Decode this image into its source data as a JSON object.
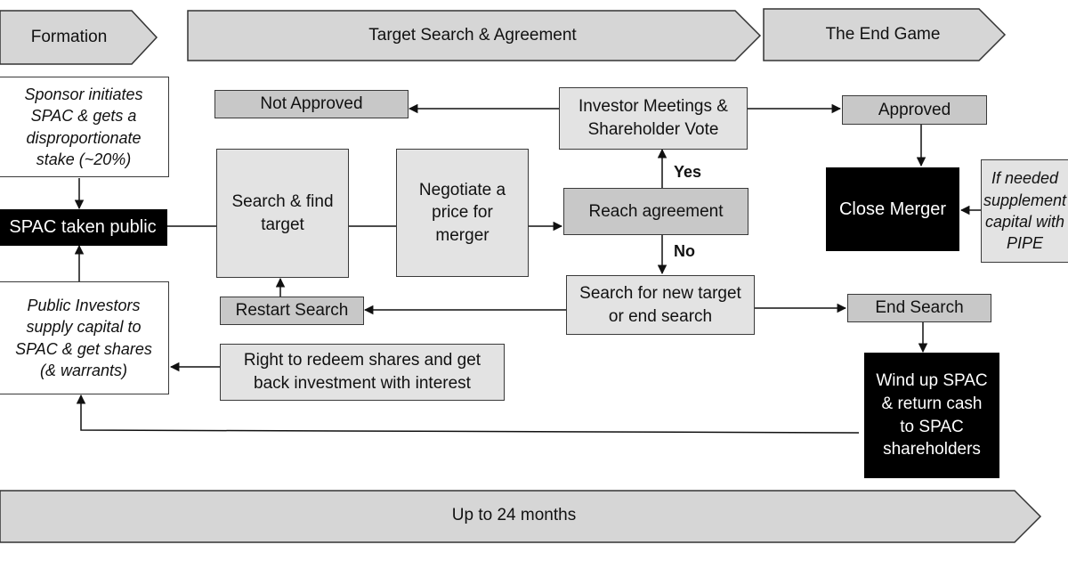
{
  "phases": {
    "formation": "Formation",
    "target_search": "Target Search & Agreement",
    "end_game": "The End Game",
    "timeline": "Up to 24 months"
  },
  "nodes": {
    "sponsor_initiates": "Sponsor initiates SPAC & gets a disproportionate stake (~20%)",
    "spac_public": "SPAC taken public",
    "public_investors": "Public Investors supply capital to SPAC & get shares (& warrants)",
    "search_find": "Search & find target",
    "negotiate": "Negotiate a price for merger",
    "reach_agreement": "Reach agreement",
    "investor_meetings": "Investor Meetings & Shareholder Vote",
    "not_approved": "Not Approved",
    "approved": "Approved",
    "close_merger": "Close Merger",
    "pipe": "If needed supplement capital with PIPE",
    "search_new": "Search for new target or end search",
    "restart_search": "Restart Search",
    "end_search": "End Search",
    "redeem": "Right to redeem shares and get back investment with interest",
    "wind_up": "Wind up SPAC & return cash to SPAC shareholders"
  },
  "branches": {
    "yes": "Yes",
    "no": "No"
  },
  "colors": {
    "light": "#e3e3e3",
    "mid": "#c8c8c8",
    "dark": "#000000",
    "line": "#111111"
  }
}
